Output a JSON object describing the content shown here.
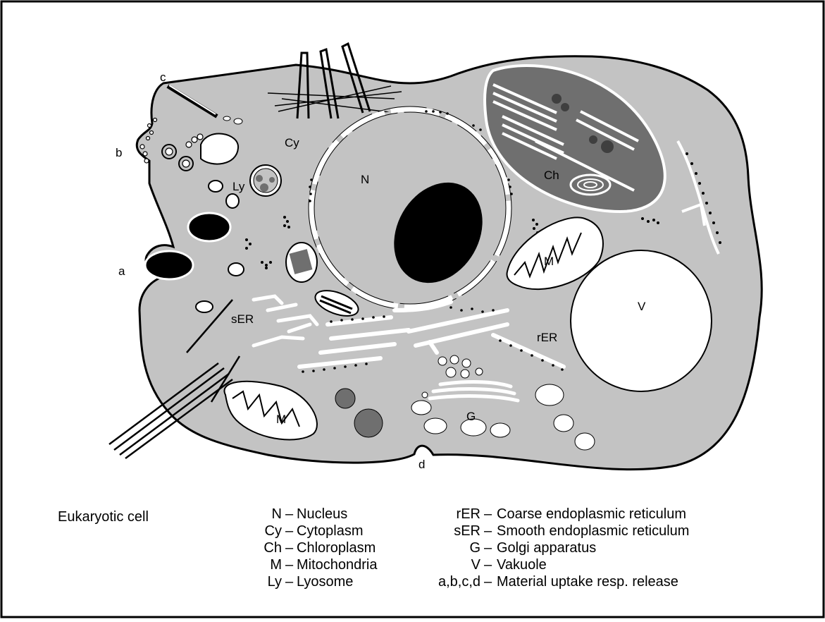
{
  "diagram": {
    "title": "Eukaryotic cell",
    "labels": {
      "nucleus": "N",
      "cytoplasm": "Cy",
      "chloroplasm": "Ch",
      "lysosome": "Ly",
      "mitochondria_upper": "M",
      "mitochondria_lower": "M",
      "vacuole": "V",
      "smooth_er": "sER",
      "coarse_er": "rER",
      "golgi": "G",
      "uptake_a": "a",
      "uptake_b": "b",
      "uptake_c": "c",
      "uptake_d": "d"
    },
    "legend_left": [
      {
        "abbr": "N",
        "name": "Nucleus"
      },
      {
        "abbr": "Cy",
        "name": "Cytoplasm"
      },
      {
        "abbr": "Ch",
        "name": "Chloroplasm"
      },
      {
        "abbr": "M",
        "name": "Mitochondria"
      },
      {
        "abbr": "Ly",
        "name": "Lyosome"
      }
    ],
    "legend_right": [
      {
        "abbr": "rER",
        "name": "Coarse endoplasmic reticulum"
      },
      {
        "abbr": "sER",
        "name": "Smooth endoplasmic reticulum"
      },
      {
        "abbr": "G",
        "name": "Golgi apparatus"
      },
      {
        "abbr": "V",
        "name": "Vakuole"
      },
      {
        "abbr": "a,b,c,d",
        "name": "Material uptake resp. release"
      }
    ],
    "colors": {
      "cytoplasm": "#c3c3c3",
      "organelle_dark": "#6f6f6f",
      "nucleolus": "#000000",
      "outline": "#000000",
      "membrane": "#ffffff",
      "background": "#ffffff"
    }
  }
}
